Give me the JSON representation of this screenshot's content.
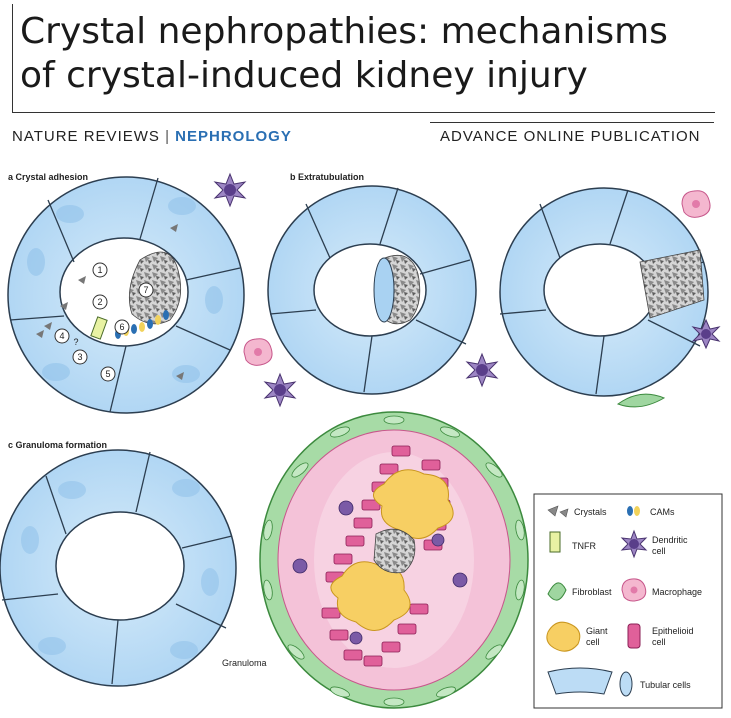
{
  "header": {
    "title_line1": "Crystal nephropathies: mechanisms",
    "title_line2": "of crystal-induced kidney injury",
    "journal_left": "NATURE REVIEWS",
    "journal_sep": "|",
    "journal_right": "NEPHROLOGY",
    "publication": "ADVANCE ONLINE PUBLICATION"
  },
  "panels": {
    "a": "a  Crystal adhesion",
    "b": "b  Extratubulation",
    "c": "c  Granuloma formation"
  },
  "steps": [
    "1",
    "2",
    "3",
    "4",
    "5",
    "6",
    "7"
  ],
  "step_question": "?",
  "granuloma_label": "Granuloma",
  "legend": {
    "crystals": "Crystals",
    "cams": "CAMs",
    "tnfr": "TNFR",
    "dendritic": "Dendritic",
    "dendritic2": "cell",
    "fibroblast": "Fibroblast",
    "macrophage": "Macrophage",
    "giant": "Giant",
    "giant2": "cell",
    "epithelioid": "Epithelioid",
    "epithelioid2": "cell",
    "tubular": "Tubular cells"
  },
  "colors": {
    "cell_fill": "#bcdcf5",
    "cell_stroke": "#2c3e50",
    "nucleus": "#8fc1ea",
    "macrophage": "#f4b7cf",
    "dendritic": "#7b5aa6",
    "fibroblast": "#9fd6a0",
    "giant": "#f7cf63",
    "epithelioid": "#e0609a",
    "accent": "#2a6fb3"
  }
}
